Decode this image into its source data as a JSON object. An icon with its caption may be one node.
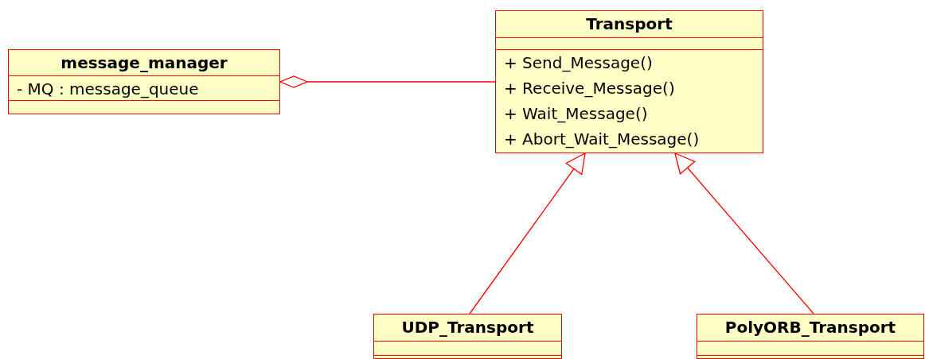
{
  "diagram": {
    "nodes": [
      {
        "text": [
          "message_manager",
          "- MQ : message_queue"
        ]
      },
      {
        "text": [
          "Transport",
          "+ Send_Message()",
          "+ Receive_Message()",
          "+ Wait_Message()",
          "+ Abort_Wait_Message()"
        ]
      },
      {
        "text": [
          "UDP_Transport"
        ]
      },
      {
        "text": [
          "PolyORB_Transport"
        ]
      }
    ],
    "edges": [
      {
        "from": 0,
        "to": 1,
        "arrow": "other"
      },
      {
        "from": 2,
        "to": 1,
        "arrow": "to"
      },
      {
        "from": 3,
        "to": 1,
        "arrow": "to"
      }
    ]
  }
}
